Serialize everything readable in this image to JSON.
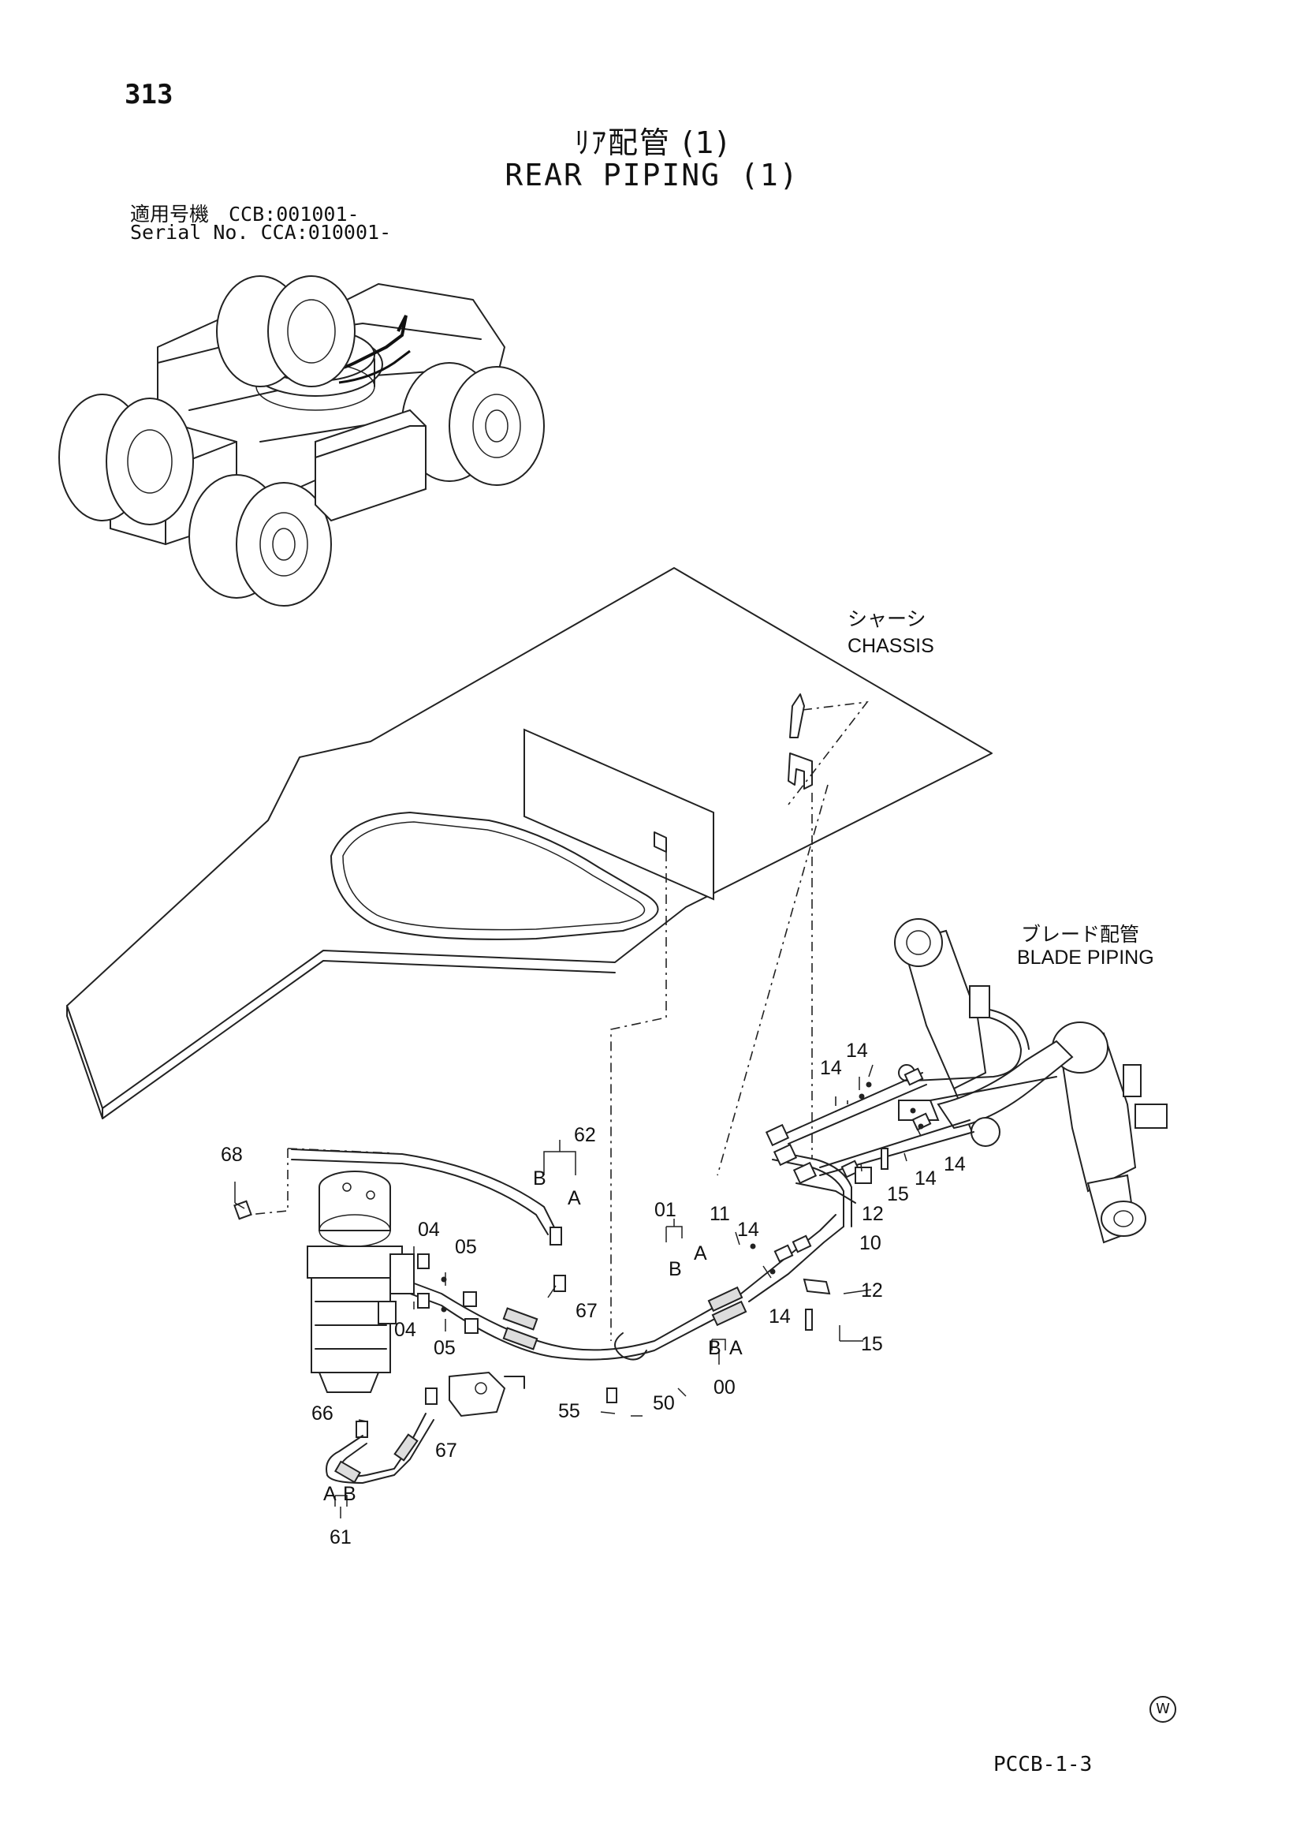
{
  "page": {
    "number": "313",
    "doc_code": "PCCB-1-3",
    "watermark": "W"
  },
  "title": {
    "jp": "ﾘｱ配管 (1)",
    "en": "REAR PIPING (1)"
  },
  "serial": {
    "line1": "適用号機　CCB:001001-",
    "line2": "Serial No. CCA:010001-"
  },
  "regions": {
    "chassis": {
      "jp": "シャーシ",
      "en": "CHASSIS"
    },
    "blade_piping": {
      "jp": "ブレード配管",
      "en": "BLADE PIPING"
    }
  },
  "callouts": {
    "p68": "68",
    "p62": "62",
    "p62_b": "B",
    "p62_a": "A",
    "p04a": "04",
    "p05a": "05",
    "p04b": "04",
    "p05b": "05",
    "p67a": "67",
    "p01": "01",
    "p01_b": "B",
    "p01_a": "A",
    "p11": "11",
    "p14a": "14",
    "p14b": "14",
    "p14c": "14",
    "p14d": "14",
    "p14e": "14",
    "p12a": "12",
    "p15a": "15",
    "p10": "10",
    "p12b": "12",
    "p15b": "15",
    "p00_b": "B",
    "p00_a": "A",
    "p00": "00",
    "p55": "55",
    "p50": "50",
    "p66": "66",
    "p67b": "67",
    "p61_a": "A",
    "p61_b": "B",
    "p61": "61"
  }
}
